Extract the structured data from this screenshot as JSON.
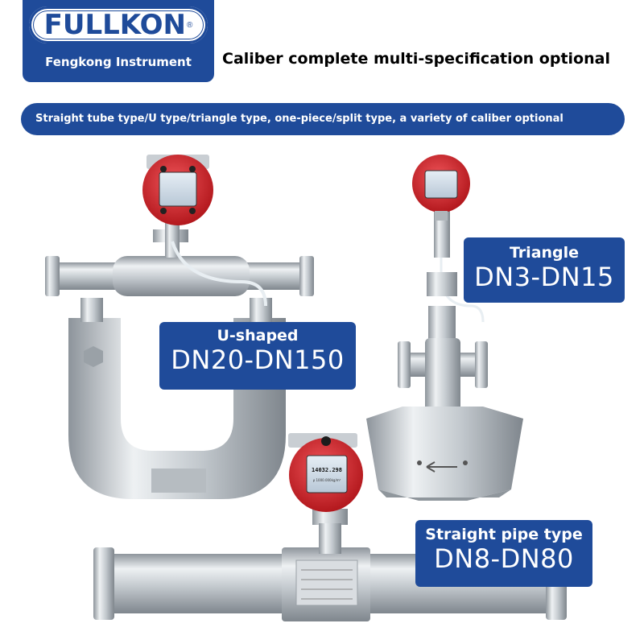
{
  "brand": {
    "logo": "FULLKON",
    "registered_mark": "®",
    "company": "Fengkong Instrument"
  },
  "headline": "Caliber complete multi-specification optional",
  "banner": "Straight tube type/U type/triangle type, one-piece/split type, a variety of caliber optional",
  "labels": {
    "triangle": {
      "name": "Triangle",
      "range": "DN3-DN15"
    },
    "u_shaped": {
      "name": "U-shaped",
      "range": "DN20-DN150"
    },
    "straight": {
      "name": "Straight pipe type",
      "range": "DN8-DN80"
    }
  },
  "meter_display": {
    "reading": "14032.298",
    "density": "ρ 1000.000kg/m³"
  },
  "colors": {
    "brand_blue": "#1f4b9a",
    "meter_red": "#d9262b",
    "steel": "#c9ced3"
  }
}
